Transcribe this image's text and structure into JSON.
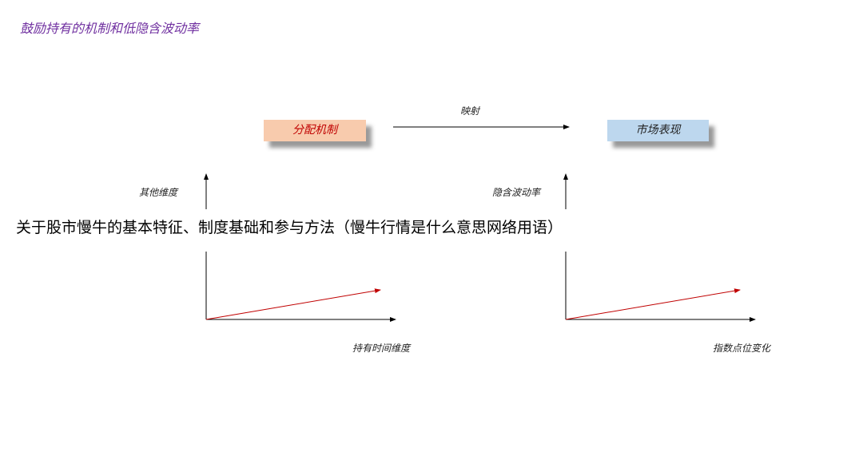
{
  "title": "鼓励持有的机制和低隐含波动率",
  "mapping_label": "映射",
  "box_left": "分配机制",
  "box_right": "市场表现",
  "left_chart": {
    "y_label": "其他维度",
    "x_label": "持有时间维度"
  },
  "right_chart": {
    "y_label": "隐含波动率",
    "x_label": "指数点位变化"
  },
  "overlay_text": "关于股市慢牛的基本特征、制度基础和参与方法（慢牛行情是什么意思网络用语）",
  "colors": {
    "title": "#7030a0",
    "box_left": "#f8cbad",
    "box_right": "#bdd7ee",
    "trend": "#c00000"
  }
}
